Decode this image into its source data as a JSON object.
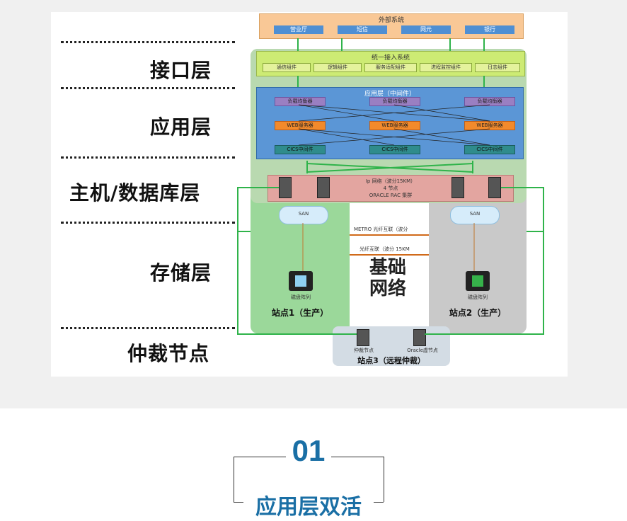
{
  "layers": {
    "interface": "接口层",
    "application": "应用层",
    "host_db": "主机/数据库层",
    "storage": "存储层",
    "arbitration": "仲裁节点"
  },
  "external": {
    "title": "外部系统",
    "items": [
      "营业厅",
      "短信",
      "网元",
      "银行"
    ]
  },
  "access": {
    "title": "统一接入系统",
    "items": [
      "通信组件",
      "逻辑组件",
      "服务适配组件",
      "进程监控组件",
      "日志组件"
    ]
  },
  "app_layer": {
    "title": "应用层（中间件）",
    "lb": "负载均衡器",
    "web": "WEB服务器",
    "cics": "CICS中间件"
  },
  "db_layer": {
    "line1": "Ip 网络（波分15KM）",
    "line2": "4 节点",
    "line3": "ORACLE RAC  集群"
  },
  "san_label": "SAN",
  "links": {
    "metro": "METRO    光纤互联（波分",
    "fiber": "光纤互联（波分 15KM"
  },
  "network": "基础\n网络",
  "disk_array": "磁盘阵列",
  "site1": "站点1（生产）",
  "site2": "站点2（生产）",
  "site3": {
    "title": "站点3（远程仲裁）",
    "node1": "仲裁节点",
    "node2": "Oracle虚节点"
  },
  "section": {
    "number": "01",
    "title": "应用层双活"
  },
  "colors": {
    "accent": "#1a6fa5",
    "site1_green": "#9bd89a",
    "site2_gray": "#c8c8c8",
    "external_orange": "#f9c896",
    "access_green": "#cdeb74",
    "app_blue": "#4f8fd3",
    "db_pink": "#e3a5a0",
    "connector_green": "#2fb34a"
  }
}
